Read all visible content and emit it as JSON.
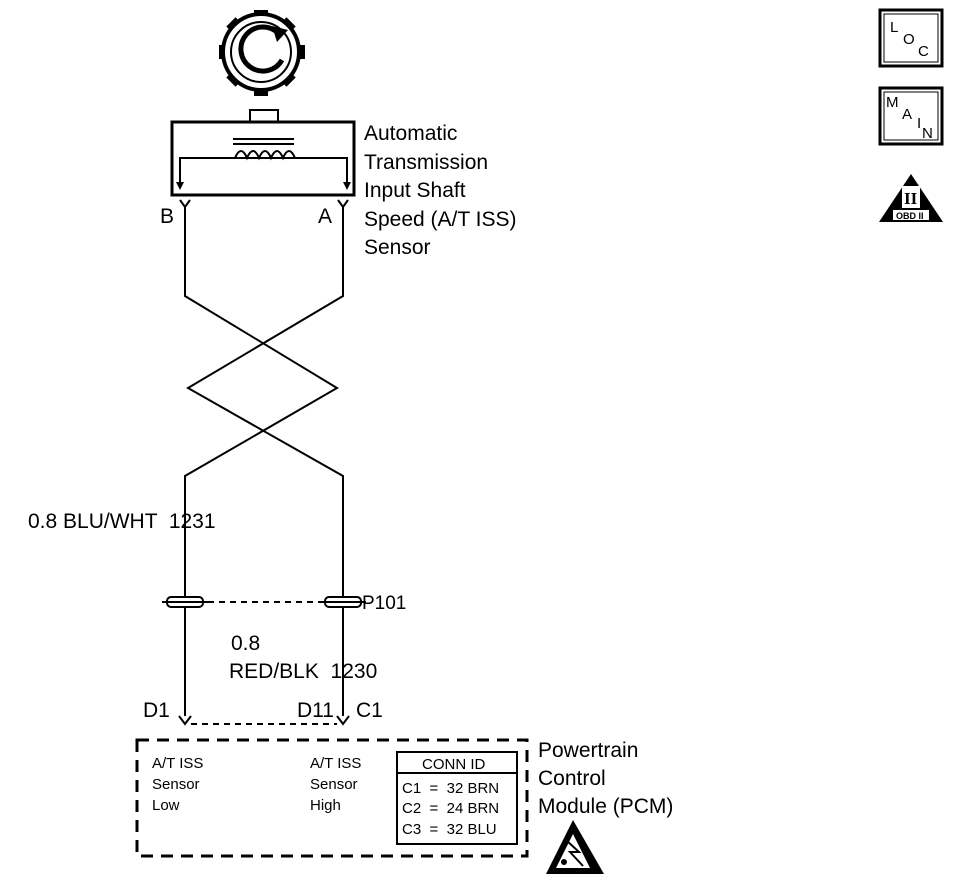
{
  "sensor": {
    "name_lines": [
      "Automatic",
      "Transmission",
      "Input Shaft",
      "Speed (A/T ISS)",
      "Sensor"
    ],
    "pin_b": "B",
    "pin_a": "A"
  },
  "wires": {
    "left_circuit": "0.8 BLU/WHT  1231",
    "right_size": "0.8",
    "right_circuit": "RED/BLK  1230",
    "connector": "P101"
  },
  "pcm": {
    "pin_left": "D1",
    "pin_mid": "D11",
    "pin_right": "C1",
    "low_label_lines": [
      "A/T ISS",
      "Sensor",
      "Low"
    ],
    "high_label_lines": [
      "A/T ISS",
      "Sensor",
      "High"
    ],
    "conn_id": {
      "title": "CONN ID",
      "rows": [
        "C1  =  32 BRN",
        "C2  =  24 BRN",
        "C3  =  32 BLU"
      ]
    },
    "name_lines": [
      "Powertrain",
      "Control",
      "Module (PCM)"
    ]
  },
  "badges": {
    "loc": [
      "L",
      "O",
      "C"
    ],
    "main": [
      "M",
      "A",
      "I",
      "N"
    ],
    "obd_numeral": "II",
    "obd_label": "OBD II"
  },
  "icons": [
    "rotating-gear-icon",
    "loc-badge-icon",
    "main-badge-icon",
    "obd-ii-badge-icon",
    "esd-warning-icon"
  ]
}
